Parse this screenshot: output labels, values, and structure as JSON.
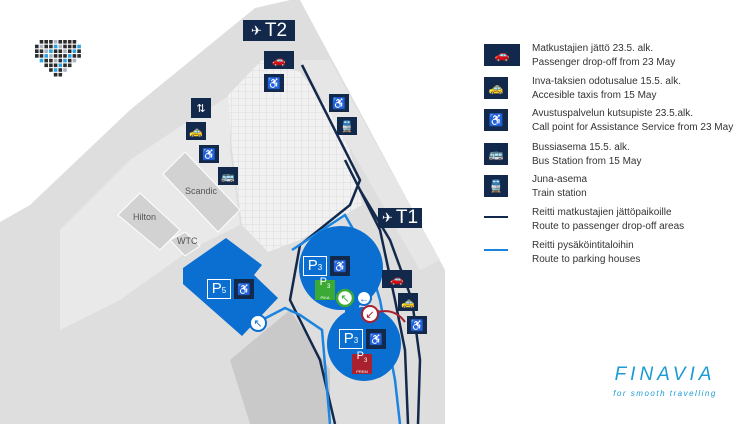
{
  "map": {
    "terminals": [
      {
        "label": "T2"
      },
      {
        "label": "T1"
      }
    ],
    "buildings": [
      {
        "label": "Scandic"
      },
      {
        "label": "Hilton"
      },
      {
        "label": "WTC"
      }
    ],
    "parking": [
      {
        "label": "P",
        "sub": "5"
      },
      {
        "label": "P",
        "sub": "3"
      },
      {
        "label": "P",
        "sub": "3",
        "tag": "PIKA"
      },
      {
        "label": "P",
        "sub": "3"
      },
      {
        "label": "P",
        "sub": "3",
        "tag": "PREM"
      }
    ],
    "colors": {
      "navy": "#13294b",
      "blue": "#0a6fd1",
      "route_light": "#1b84e0",
      "green": "#3aaa35",
      "red": "#a9202f",
      "land": "#dedede"
    }
  },
  "legend": [
    {
      "icon": "car-dropoff-icon",
      "fi": "Matkustajien jättö 23.5. alk.",
      "en": "Passenger drop-off from 23 May"
    },
    {
      "icon": "taxi-icon",
      "fi": "Inva-taksien odotusalue 15.5. alk.",
      "en": "Accesible taxis from 15 May"
    },
    {
      "icon": "assistance-phone-icon",
      "fi": "Avustuspalvelun kutsupiste 23.5.alk.",
      "en": "Call point for Assistance Service from 23 May"
    },
    {
      "icon": "bus-icon",
      "fi": "Bussiasema 15.5. alk.",
      "en": "Bus Station from 15 May"
    },
    {
      "icon": "train-icon",
      "fi": "Juna-asema",
      "en": "Train station"
    },
    {
      "icon": "dark-route-line",
      "fi": "Reitti matkustajien jättöpaikoille",
      "en": "Route to passenger drop-off areas"
    },
    {
      "icon": "light-route-line",
      "fi": "Reitti pysäköintitaloihin",
      "en": "Route to parking houses"
    }
  ],
  "brand": {
    "name": "FINAVIA",
    "tagline": "for smooth travelling"
  }
}
